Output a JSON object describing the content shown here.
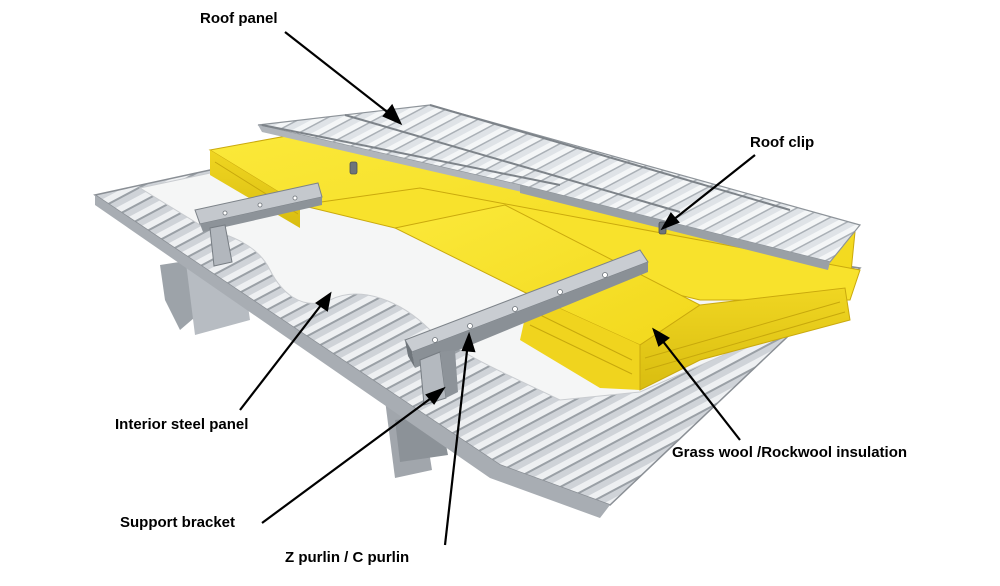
{
  "diagram": {
    "labels": {
      "roof_panel": "Roof panel",
      "roof_clip": "Roof clip",
      "interior_steel_panel": "Interior steel panel",
      "insulation": "Grass wool /Rockwool insulation",
      "support_bracket": "Support bracket",
      "purlin": "Z purlin / C purlin"
    },
    "colors": {
      "insulation_yellow": "#f6e227",
      "insulation_shade": "#d8bd12",
      "steel_light": "#d9dde2",
      "steel_mid": "#aeb3b9",
      "steel_dark": "#8a8f95",
      "membrane_white": "#f5f6f6",
      "leader": "#000000"
    }
  }
}
